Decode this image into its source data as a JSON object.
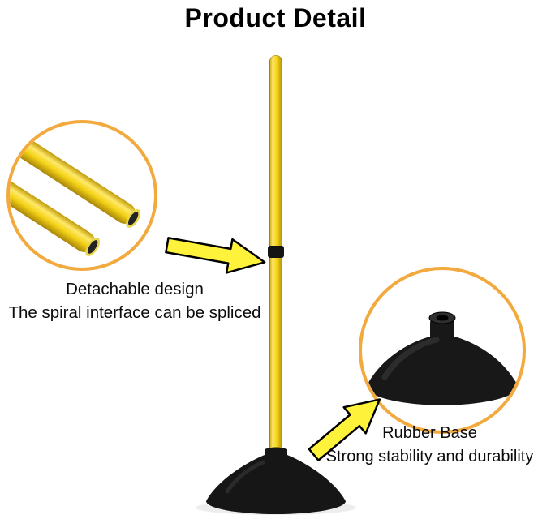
{
  "title": "Product Detail",
  "callouts": {
    "detachable": {
      "line1": "Detachable design",
      "line2": "The spiral interface can be spliced"
    },
    "rubber_base": {
      "line1": "Rubber Base",
      "line2": "Strong stability and durability"
    }
  },
  "colors": {
    "pole_yellow": "#F6D518",
    "connector_band": "#141414",
    "base_black": "#161616",
    "circle_ring_orange": "#F2A93E",
    "arrow_fill_yellow": "#FFF23A",
    "arrow_stroke": "#000000",
    "text": "#0B0B0B",
    "background": "#FFFFFF"
  }
}
